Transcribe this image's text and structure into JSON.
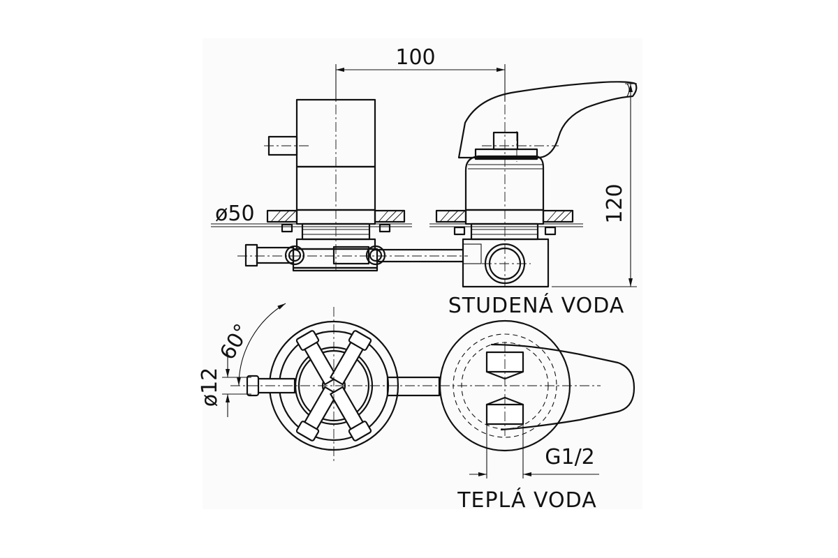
{
  "dimensions": {
    "width_100": "100",
    "height_120": "120",
    "diameter_50": "ø50",
    "diameter_12": "ø12",
    "angle_60": "60°",
    "thread": "G1/2"
  },
  "labels": {
    "cold_water": "STUDENÁ VODA",
    "hot_water": "TEPLÁ VODA"
  }
}
